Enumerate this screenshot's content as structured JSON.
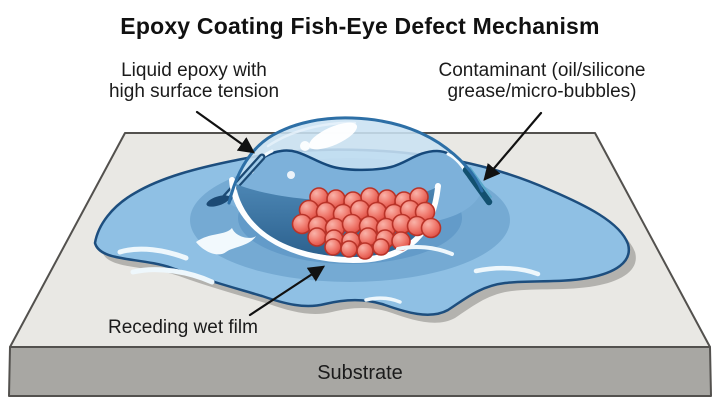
{
  "title": "Epoxy Coating Fish-Eye Defect Mechanism",
  "callouts": {
    "liquid_epoxy": {
      "line1": "Liquid epoxy with",
      "line2": "high surface tension"
    },
    "contaminant": {
      "line1": "Contaminant (oil/silicone",
      "line2": "grease/micro-bubbles)"
    },
    "receding_film": {
      "label": "Receding wet film"
    },
    "substrate": {
      "label": "Substrate"
    }
  },
  "icons": {
    "left_arrow": "arrow-down-right-icon",
    "right_arrow": "arrow-down-left-icon",
    "receding_arrow": "arrow-up-right-icon"
  },
  "colors": {
    "background": "#ffffff",
    "text": "#1b1b1b",
    "substrate_top": "#e9e8e4",
    "substrate_front": "#a8a7a3",
    "substrate_outline": "#53514e",
    "puddle_blue": "#8fc0e4",
    "puddle_outline": "#1d4e7e",
    "slope_blue": "#75aad3",
    "wave_blue": "#7db1da",
    "crater_blue": "#3c78a8",
    "dome_fill": "#c9e1f3",
    "dome_outline": "#2d6fa6",
    "particle_red": "#ee7268",
    "particle_outline": "#b93328",
    "highlight_white": "#f4fafd",
    "arrow_black": "#111111"
  }
}
